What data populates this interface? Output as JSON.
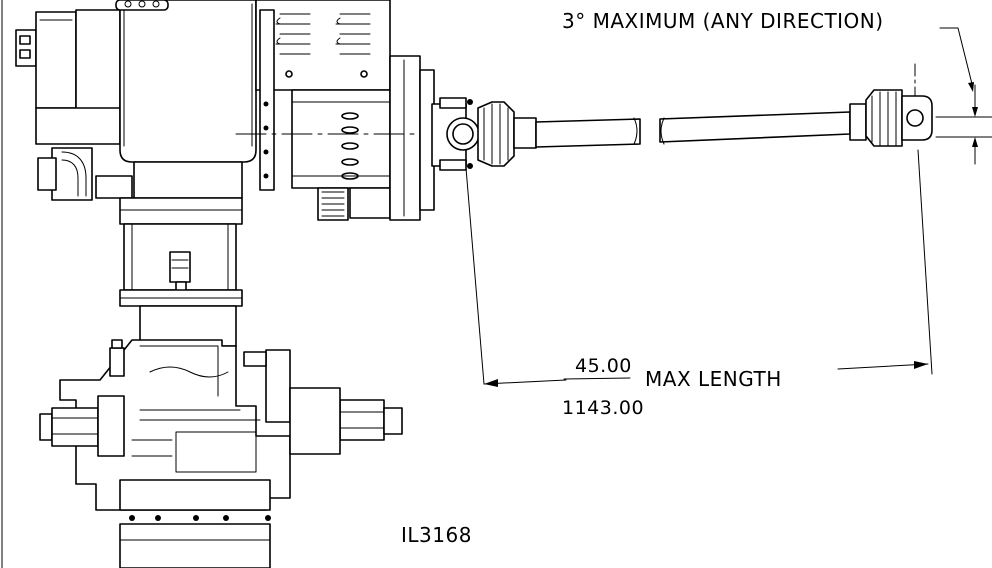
{
  "annotations": {
    "angle_note": "3° MAXIMUM (ANY DIRECTION)",
    "length_in": "45.00",
    "length_mm": "1143.00",
    "length_note": "MAX LENGTH",
    "figure_id": "IL3168"
  }
}
